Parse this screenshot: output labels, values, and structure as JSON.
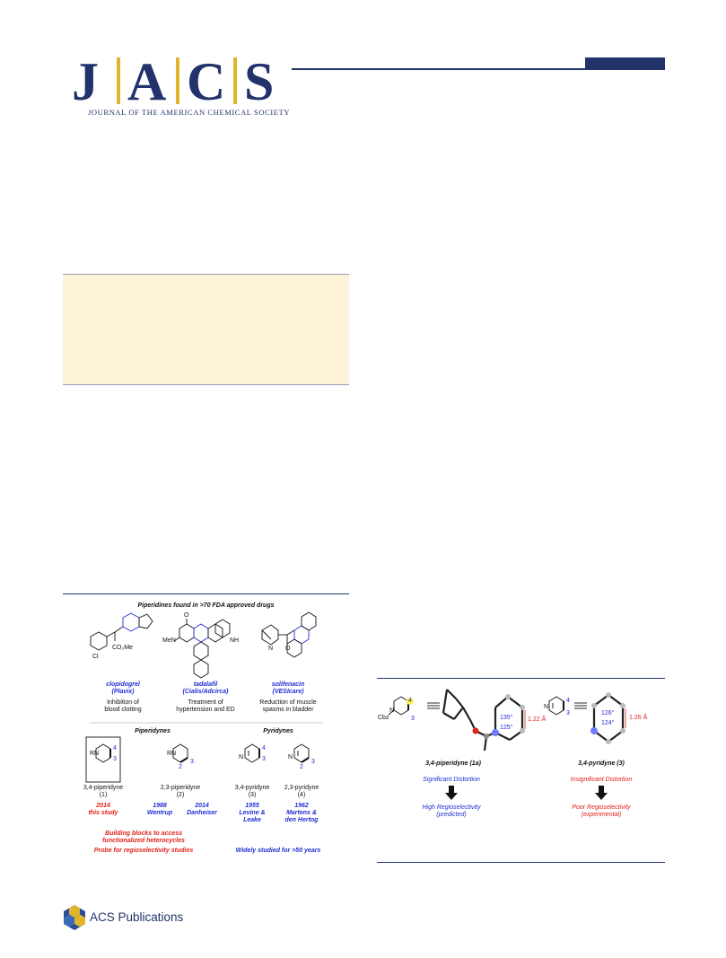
{
  "header": {
    "logo_letters": [
      "J",
      "A",
      "C",
      "S"
    ],
    "journal_name": "JOURNAL OF THE AMERICAN CHEMICAL SOCIETY"
  },
  "colors": {
    "navy": "#22336b",
    "gold": "#e0b52c",
    "abstract_bg": "#fdf3d8",
    "blue": "#1f2fd1",
    "red": "#e0221b"
  },
  "figure1": {
    "title": "Piperidines found in >70 FDA approved drugs",
    "drugs": [
      {
        "name": "clopidogrel",
        "brand": "(Plavix)",
        "use_line1": "Inhibition of",
        "use_line2": "blood clotting"
      },
      {
        "name": "tadalafil",
        "brand": "(Cialis/Adcirca)",
        "use_line1": "Treatment of",
        "use_line2": "hypertension and ED"
      },
      {
        "name": "solifenacin",
        "brand": "(VESIcare)",
        "use_line1": "Reduction of muscle",
        "use_line2": "spasms in bladder"
      }
    ],
    "structure_labels": {
      "cl": "Cl",
      "co2me": "CO₂Me",
      "men": "MeN",
      "nh": "NH",
      "o": "O",
      "n": "N",
      "rn": "RN",
      "pos3": "3",
      "pos4": "4",
      "pos2": "2"
    },
    "section_piperidynes": "Piperidynes",
    "section_pyridynes": "Pyridynes",
    "arynes": [
      {
        "name": "3,4-piperidyne",
        "num": "(1)"
      },
      {
        "name": "2,3-piperidyne",
        "num": "(2)"
      },
      {
        "name": "3,4-pyridyne",
        "num": "(3)"
      },
      {
        "name": "2,3-pyridyne",
        "num": "(4)"
      }
    ],
    "refs": {
      "this_study_year": "2014",
      "this_study": "this study",
      "wentrup_year": "1988",
      "wentrup": "Wentrup",
      "danheiser_year": "2014",
      "danheiser": "Danheiser",
      "levine_year": "1955",
      "levine1": "Levine &",
      "levine2": "Leake",
      "martens_year": "1962",
      "martens1": "Martens &",
      "martens2": "den Hertog"
    },
    "bottom_left_1": "Building blocks to access",
    "bottom_left_2": "functionalized heterocycles",
    "bottom_left_3": "Probe for regioselectivity studies",
    "bottom_right": "Widely studied for >50 years"
  },
  "figure2": {
    "left_label": "3,4-piperidyne (1a)",
    "right_label": "3,4-pyridyne (3)",
    "cbz": "Cbz",
    "n": "N",
    "pos3": "3",
    "pos4": "4",
    "angle_left_1": "135°",
    "angle_left_2": "125°",
    "dist_left": "1.22 Å",
    "angle_right_1": "126°",
    "angle_right_2": "124°",
    "dist_right": "1.26 Å",
    "left_result_1": "Significant Distortion",
    "left_result_2": "High Regioselectivity",
    "left_result_3": "(predicted)",
    "right_result_1": "Insignificant Distortion",
    "right_result_2": "Poor Regioselectivity",
    "right_result_3": "(experimental)"
  },
  "footer": {
    "publisher": "ACS Publications"
  }
}
